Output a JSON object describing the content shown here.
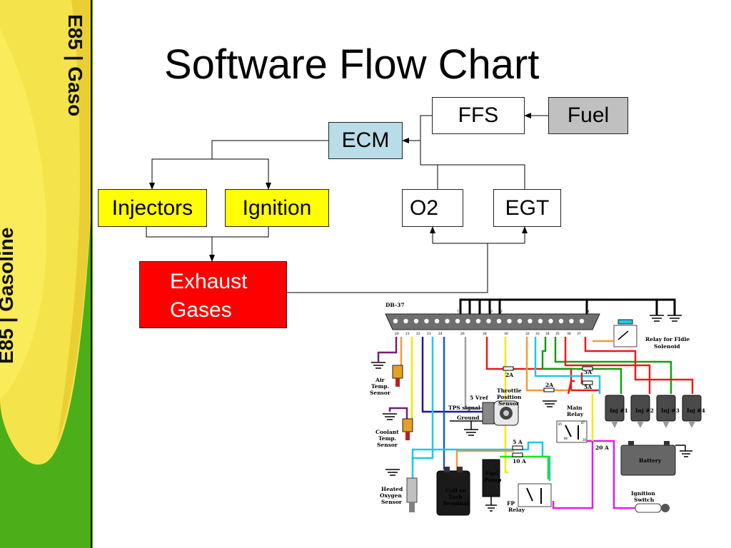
{
  "title": "Software Flow Chart",
  "sidebar": {
    "text_upper": "E85 | Gaso",
    "text_lower": "E85 | Gasoline",
    "green": "#4caf1a",
    "yellow": "#f4e34a"
  },
  "flowchart": {
    "ffs": "FFS",
    "fuel": "Fuel",
    "ecm": "ECM",
    "injectors": "Injectors",
    "ignition": "Ignition",
    "o2": "O2",
    "egt": "EGT",
    "exhaust_line1": "Exhaust",
    "exhaust_line2": "Gases"
  },
  "wiring_diagram": {
    "connector": "DB-37",
    "pin_top": [
      "7",
      "8",
      "9",
      "10",
      "12",
      "34"
    ],
    "pin_bottom": [
      "20",
      "21",
      "22",
      "23",
      "24",
      "26",
      "28",
      "30",
      "32",
      "33",
      "34",
      "35",
      "36",
      "37"
    ],
    "air_temp": [
      "Air",
      "Temp.",
      "Sensor"
    ],
    "coolant_temp": [
      "Coolant",
      "Temp.",
      "Sensor"
    ],
    "heated_oxygen": [
      "Heated",
      "Oxygen",
      "Sensor"
    ],
    "five_vref": "5 Vref",
    "throttle": [
      "Throttle",
      "Position",
      "Sensor"
    ],
    "tps_signal": "TPS signal",
    "ground": "Ground",
    "relay_fidle": [
      "Relay for FIdle",
      "Solenoid"
    ],
    "fuse_2a_a": "2A",
    "fuse_2a_b": "2A",
    "fuse_5a_a": "5A",
    "fuse_5a_b": "5A",
    "fuse_5a_c": "5 A",
    "fuse_10a": "10 A",
    "fuse_20a": "20 A",
    "main_relay": [
      "Main",
      "Relay"
    ],
    "battery": "Battery",
    "inj": [
      "Inj #1",
      "Inj #2",
      "Inj #3",
      "Inj #4"
    ],
    "coil": [
      "Coil or",
      "Tach",
      "Terminal"
    ],
    "fuel_pump": [
      "Fuel",
      "Pump"
    ],
    "fp_relay": [
      "FP",
      "Relay"
    ],
    "ignition_switch": [
      "Ignition",
      "Switch"
    ],
    "relay_pins": [
      "85",
      "86",
      "87",
      "30"
    ]
  }
}
